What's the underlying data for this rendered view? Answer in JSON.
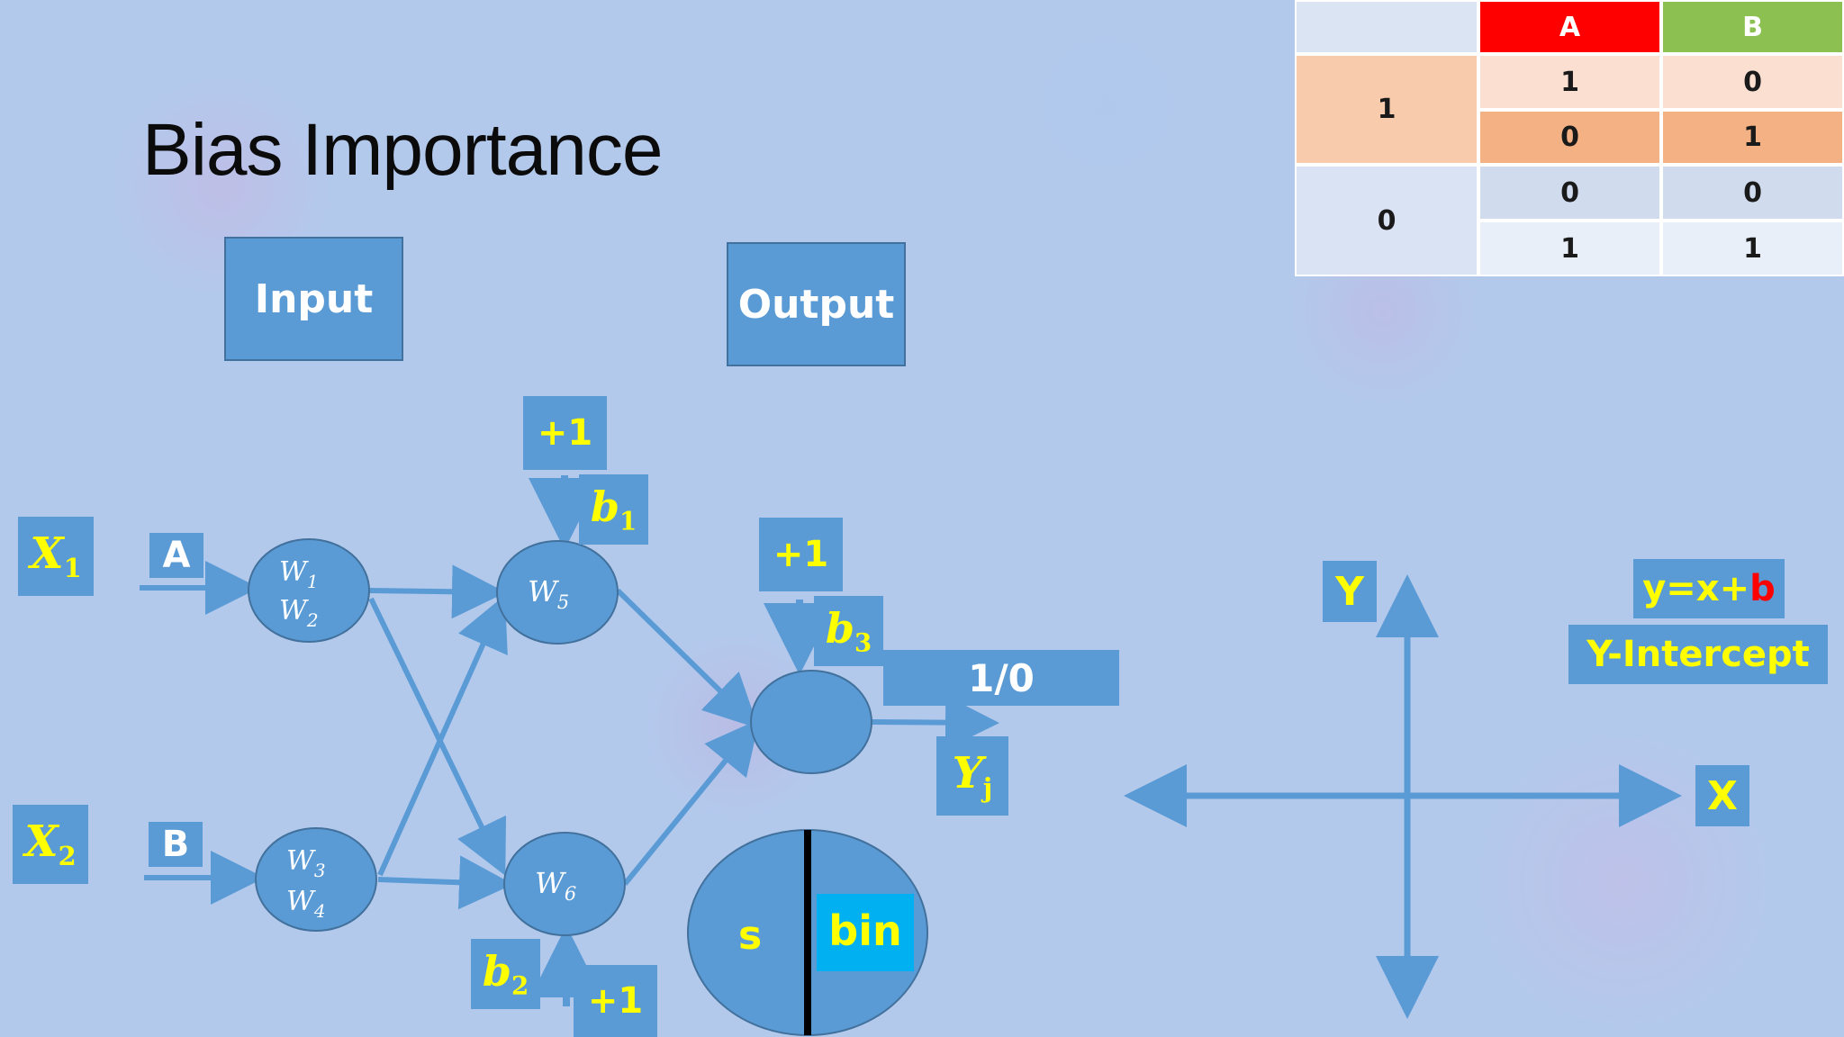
{
  "title": "Bias Importance",
  "labels": {
    "input": "Input",
    "output": "Output",
    "x1": "X",
    "x1_sub": "1",
    "x2": "X",
    "x2_sub": "2",
    "a": "A",
    "b": "B",
    "plus_top": "+1",
    "plus_mid": "+1",
    "plus_bottom": "+1",
    "b1": "b",
    "b1_sub": "1",
    "b2": "b",
    "b2_sub": "2",
    "b3": "b",
    "b3_sub": "3",
    "one_zero": "1/0",
    "yj": "Y",
    "yj_sub": "j",
    "s": "s",
    "bin": "bin"
  },
  "nodes": {
    "n1": {
      "l1": "W",
      "s1": "1",
      "l2": "W",
      "s2": "2"
    },
    "n2": {
      "l1": "W",
      "s1": "3",
      "l2": "W",
      "s2": "4"
    },
    "n5": {
      "l1": "W",
      "s1": "5"
    },
    "n6": {
      "l1": "W",
      "s1": "6"
    }
  },
  "axes": {
    "y_label": "Y",
    "x_label": "X",
    "equation_prefix": "y=x+",
    "equation_b": "b",
    "intercept": "Y-Intercept"
  },
  "truth_table": {
    "headers": [
      "A",
      "B"
    ],
    "groups": [
      {
        "label": "1",
        "rows": [
          [
            "1",
            "0"
          ],
          [
            "0",
            "1"
          ]
        ]
      },
      {
        "label": "0",
        "rows": [
          [
            "0",
            "0"
          ],
          [
            "1",
            "1"
          ]
        ]
      }
    ]
  },
  "colors": {
    "shape_blue": "#5b9bd5",
    "accent_yellow": "#ffff00",
    "bin_box": "#00b0f0",
    "header_red": "#ff0000",
    "header_green": "#8cc152"
  }
}
